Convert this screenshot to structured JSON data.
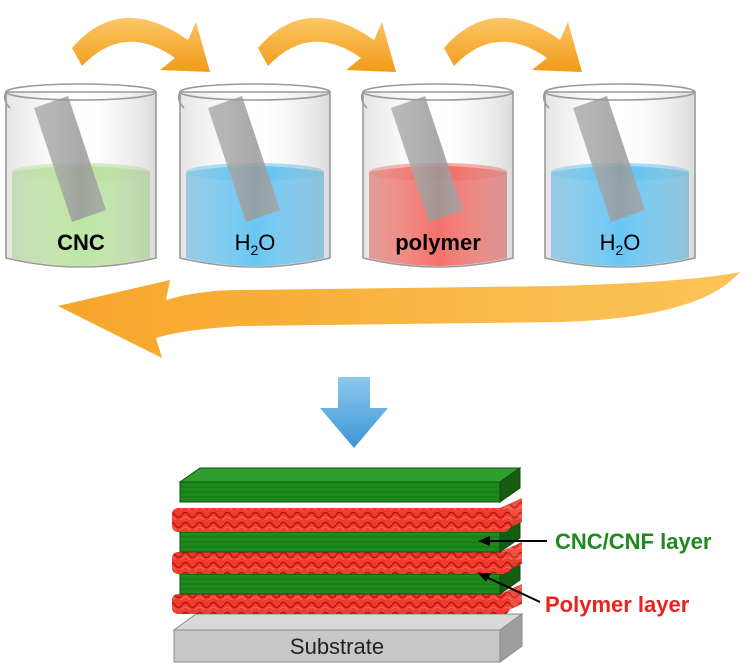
{
  "beakers": [
    {
      "label": "CNC",
      "liquid_color": "#a8dd86"
    },
    {
      "label_main": "H",
      "label_sub": "2",
      "label_tail": "O",
      "liquid_color": "#3bb4ef"
    },
    {
      "label": "polymer",
      "liquid_color": "#f0473d"
    },
    {
      "label_main": "H",
      "label_sub": "2",
      "label_tail": "O",
      "liquid_color": "#3bb4ef"
    }
  ],
  "arrows": {
    "step_color": "#f5a623",
    "return_color": "#f5a623",
    "down_color": "#5aa8df"
  },
  "layers": {
    "cnc_label": "CNC/CNF layer",
    "cnc_color": "#1e8a1e",
    "polymer_label": "Polymer layer",
    "polymer_color": "#e8231b",
    "substrate_label": "Substrate"
  }
}
